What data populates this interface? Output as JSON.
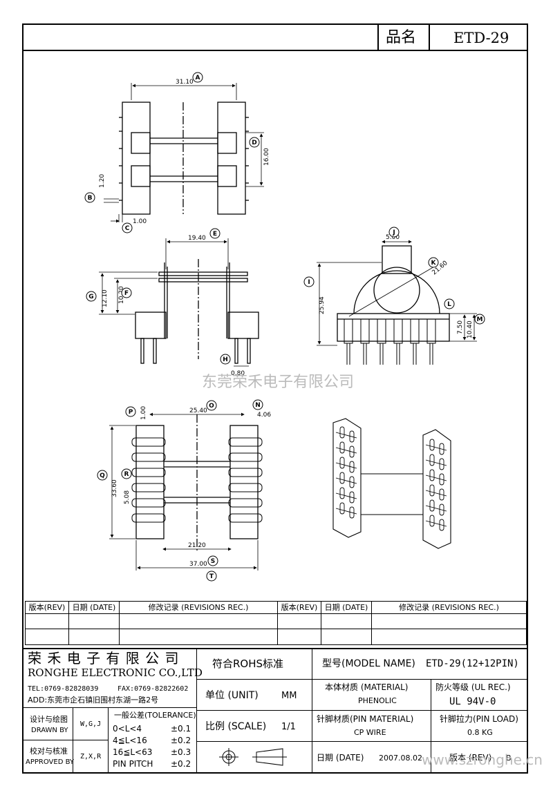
{
  "header": {
    "part_label": "品名",
    "part_value": "ETD-29"
  },
  "drawing": {
    "dim_A": "31.10",
    "tag_A": "A",
    "dim_B": "1.20",
    "tag_B": "B",
    "dim_C": "1.00",
    "tag_C": "C",
    "dim_D": "16.00",
    "tag_D": "D",
    "dim_E": "19.40",
    "tag_E": "E",
    "dim_F": "10.20",
    "tag_F": "F",
    "dim_G": "12.10",
    "tag_G": "G",
    "dim_H": "0.80",
    "tag_H": "H",
    "dim_I": "25.94",
    "tag_I": "I",
    "dim_J": "5.00",
    "tag_J": "J",
    "dim_K": "21.60",
    "tag_K": "K",
    "dim_L": "7.50",
    "tag_L": "L",
    "dim_M": "10.40",
    "tag_M": "M",
    "dim_N": "4.06",
    "tag_N": "N",
    "dim_O": "25.40",
    "tag_O": "O",
    "dim_P": "1.00",
    "tag_P": "P",
    "dim_Q": "33.60",
    "tag_Q": "Q",
    "dim_R": "5.08",
    "tag_R": "R",
    "dim_S": "21.20",
    "tag_S": "S",
    "dim_T": "37.00",
    "tag_T": "T",
    "watermark": "东莞荣禾电子有限公司"
  },
  "revisions": {
    "col_rev": "版本(REV)",
    "col_date": "日期 (DATE)",
    "col_rec": "修改记录 (REVISIONS REC.)"
  },
  "title_block": {
    "company_cn": "荣 禾 电 子 有 限 公 司",
    "company_en": "RONGHE ELECTRONIC CO.,LTD",
    "tel": "TEL:0769-82828039",
    "fax": "FAX:0769-82822602",
    "addr": "ADD:东莞市企石镇旧围村东湖一路2号",
    "drawn_cn": "设计与绘图",
    "drawn_en": "DRAWN BY",
    "drawn_val": "W,G,J",
    "approved_cn": "校对与核准",
    "approved_en": "APPROVED BY",
    "approved_val": "Z,X,R",
    "tol_title": "一般公差(TOLERANCE)",
    "tol_rows": [
      {
        "range": "0<L<4",
        "val": "±0.1"
      },
      {
        "range": "4≦L<16",
        "val": "±0.2"
      },
      {
        "range": "16≦L<63",
        "val": "±0.3"
      },
      {
        "range": "PIN PITCH",
        "val": "±0.2"
      }
    ],
    "rohs": "符合ROHS标准",
    "unit_label": "单位 (UNIT)",
    "unit_val": "MM",
    "scale_label": "比例 (SCALE)",
    "scale_val": "1/1",
    "model_label": "型号(MODEL NAME)",
    "model_val": "ETD-29(12+12PIN)",
    "material_label": "本体材质 (MATERIAL)",
    "material_val": "PHENOLIC",
    "ul_label": "防火等级 (UL REC.)",
    "ul_val": "UL 94V-0",
    "pin_mat_label": "针脚材质(PIN MATERIAL)",
    "pin_mat_val": "CP WIRE",
    "pin_load_label": "针脚拉力(PIN LOAD)",
    "pin_load_val": "0.8 KG",
    "date_label": "日期 (DATE)",
    "date_val": "2007.08.02",
    "rev_label": "版本 (REV)",
    "rev_val": "B"
  },
  "footer_watermark": "www.szronghe.cn"
}
